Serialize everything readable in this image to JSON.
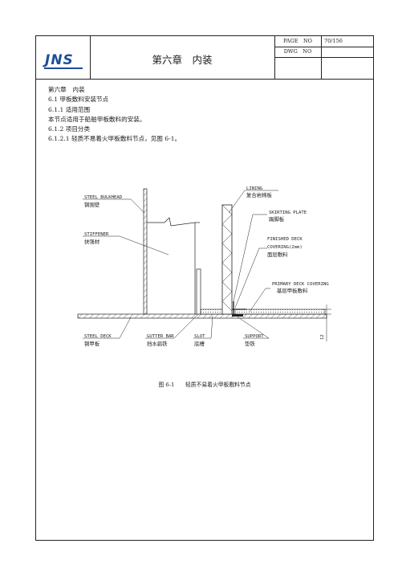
{
  "header": {
    "logo_text": "JNS",
    "title": "第六章　内装",
    "page_no_label": "PAGE　NO",
    "page_no_value": "70/156",
    "dwg_no_label": "DWG　NO",
    "dwg_no_value": ""
  },
  "body": {
    "lines": [
      "第六章　内装",
      "6.1 甲板敷料安装节点",
      "6.1.1 适用范围",
      "本节点适用于船舶甲板敷料的安装。",
      "6.1.2 项目分类",
      "6.1.2.1 轻质不易着火甲板敷料节点，见图 6-1。"
    ]
  },
  "figure": {
    "labels": {
      "steel_bulkhead_en": "STEEL BULKHEAD",
      "steel_bulkhead_cn": "钢围壁",
      "stiffener_en": "STIFFENER",
      "stiffener_cn": "扶强材",
      "lining_en": "LINING",
      "lining_cn": "复合岩棉板",
      "skirting_en": "SKIRTING PLATE",
      "skirting_cn": "踢脚板",
      "finished_en_1": "FINISHED DECK",
      "finished_en_2": "COVERING(2mm)",
      "finished_cn": "面层敷料",
      "primary_en": "PRIMARY DECK COVERING",
      "primary_cn": "基层甲板敷料",
      "steel_deck_en": "STEEL DECK",
      "steel_deck_cn": "钢甲板",
      "gutter_en": "GUTTER BAR",
      "gutter_cn": "挡水扁铁",
      "slot_en": "SLOT",
      "slot_cn": "底槽",
      "support_en": "SUPPORT",
      "support_cn": "垫铁",
      "dim_value": "12"
    },
    "caption": "图 6-1　　轻质不易着火甲板敷料节点"
  }
}
